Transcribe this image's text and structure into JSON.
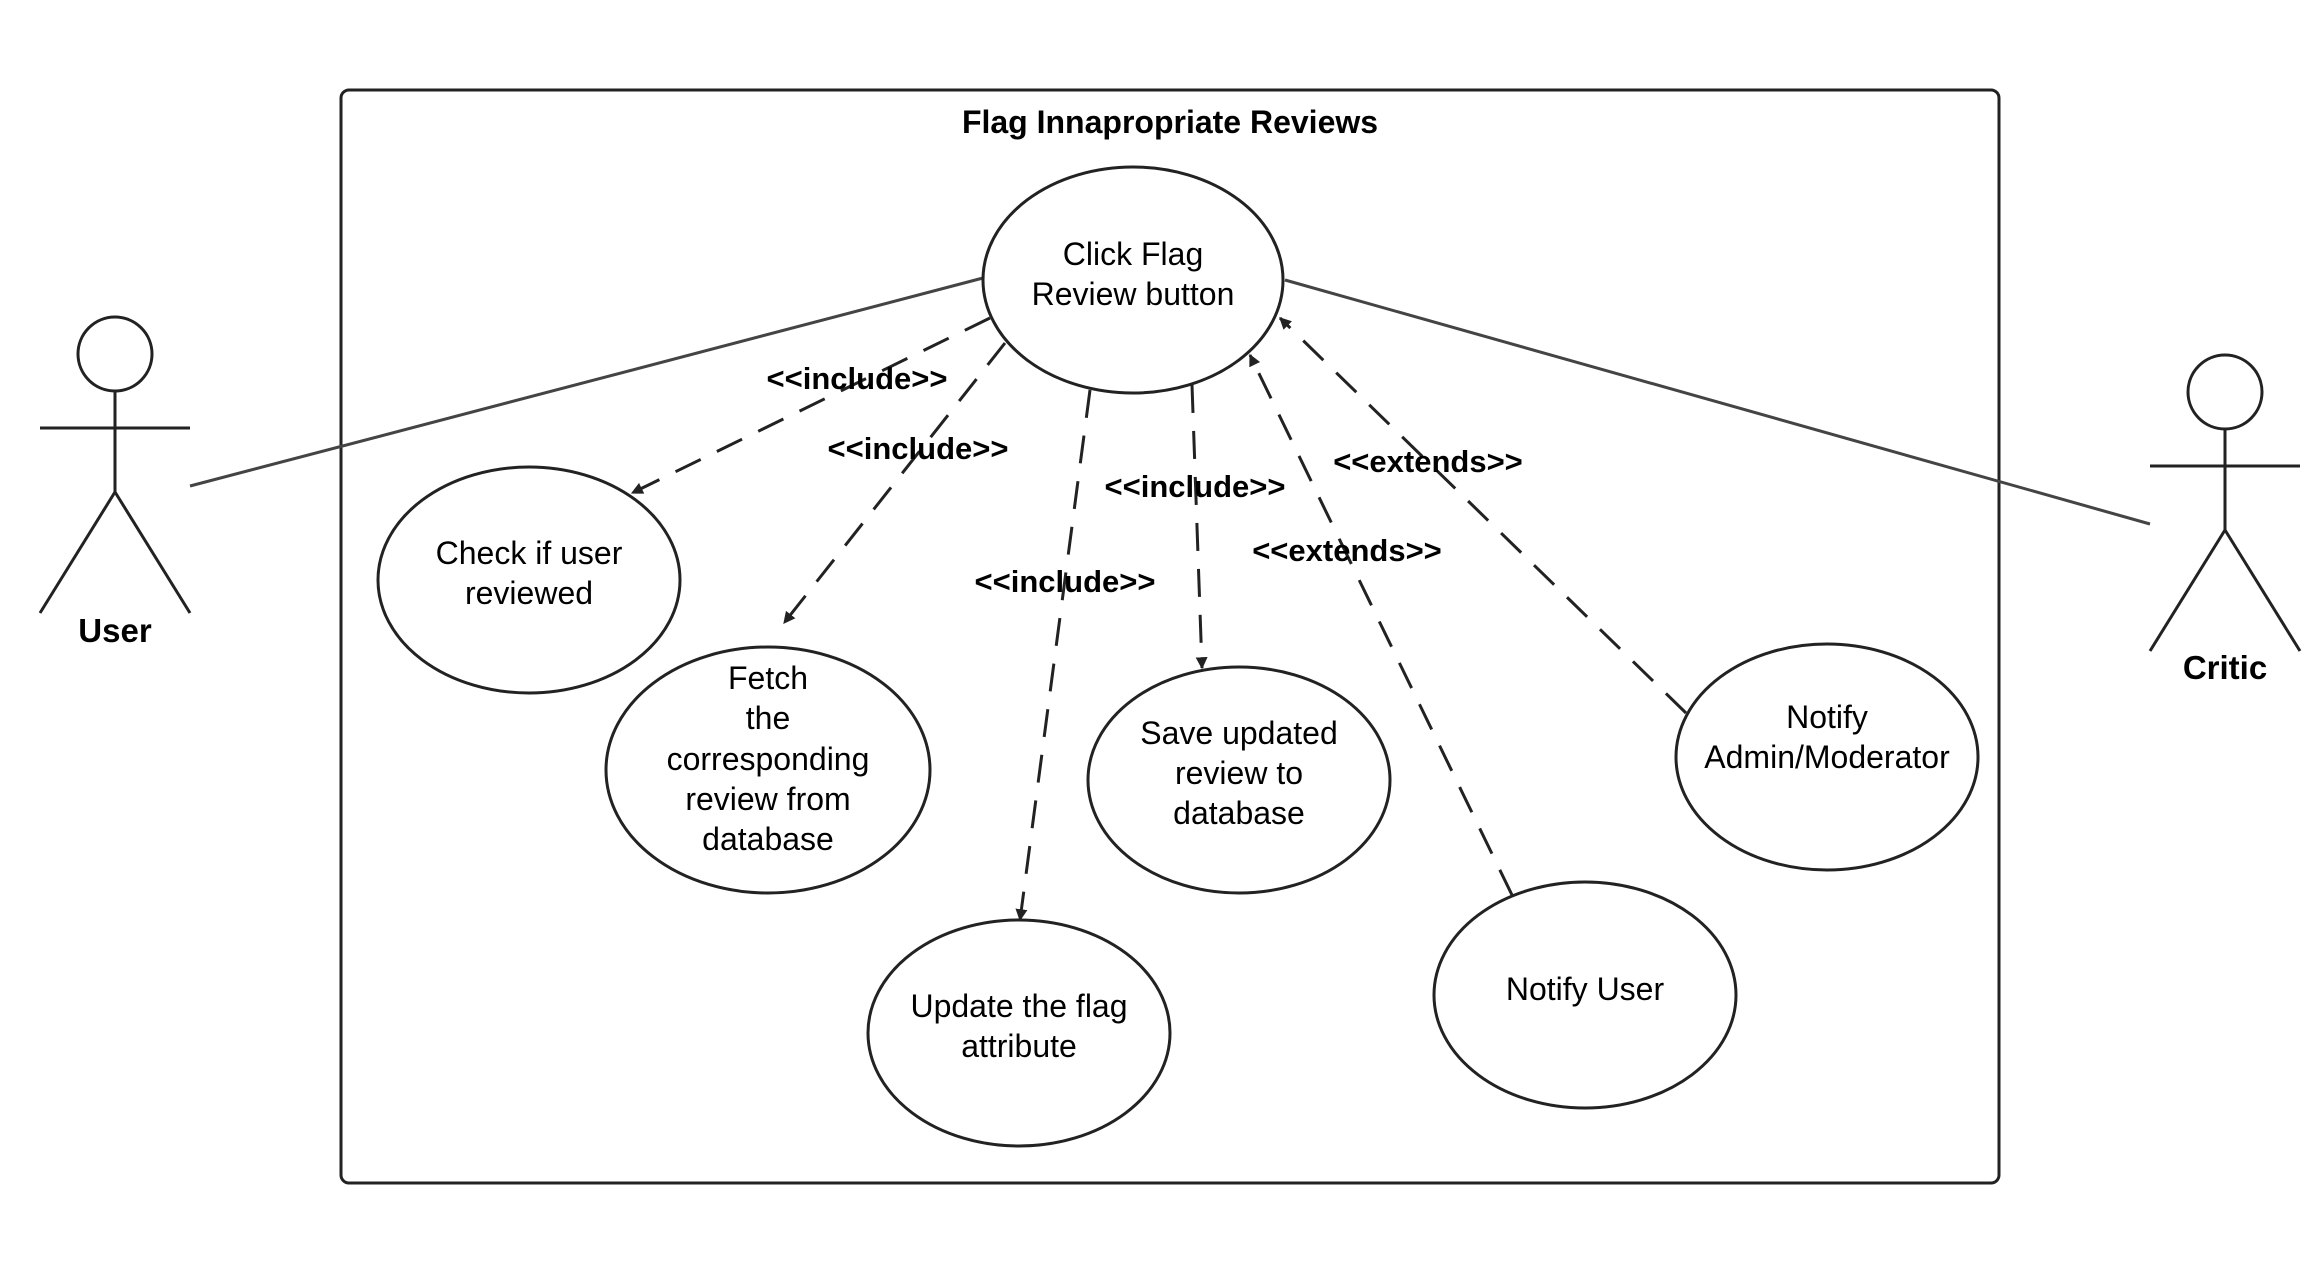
{
  "system": {
    "title": "Flag Innapropriate Reviews"
  },
  "actors": {
    "user": "User",
    "critic": "Critic"
  },
  "use_cases": {
    "click_flag": [
      "Click Flag",
      "Review button"
    ],
    "check_user": [
      "Check if user",
      "reviewed"
    ],
    "fetch_review": [
      "Fetch",
      "the",
      "corresponding",
      "review from",
      "database"
    ],
    "update_flag": [
      "Update the flag",
      "attribute"
    ],
    "save_review": [
      "Save updated",
      "review to",
      "database"
    ],
    "notify_user": [
      "Notify User"
    ],
    "notify_admin": [
      "Notify",
      "Admin/Moderator"
    ]
  },
  "relations": {
    "include_check": "<<include>>",
    "include_fetch": "<<include>>",
    "include_update": "<<include>>",
    "include_save": "<<include>>",
    "extends_notify_user": "<<extends>>",
    "extends_notify_admin": "<<extends>>"
  }
}
